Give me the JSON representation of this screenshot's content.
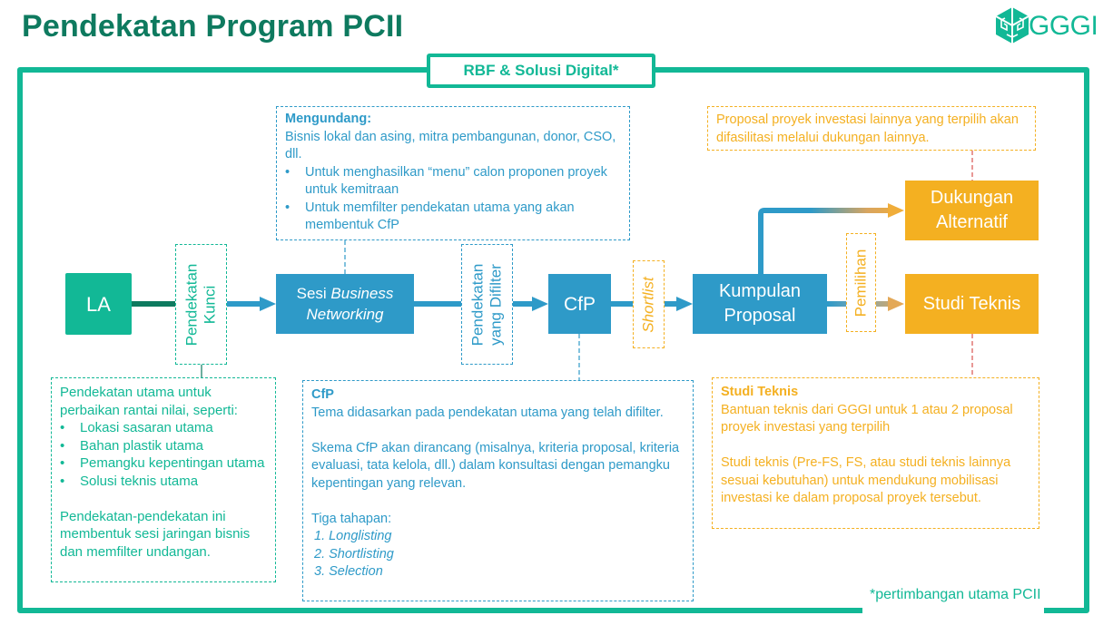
{
  "header": {
    "title": "Pendekatan Program PCII",
    "logo_text": "GGGI"
  },
  "frame": {
    "label": "RBF & Solusi Digital*",
    "footnote": "*pertimbangan utama PCII"
  },
  "colors": {
    "green": "#12b896",
    "dark_green": "#0e7a5f",
    "blue": "#2e9ac8",
    "orange": "#f4b021"
  },
  "nodes": {
    "la": "LA",
    "sesi_prefix": "Sesi ",
    "sesi_italic_1": "Business",
    "sesi_italic_2": "Networking",
    "cfp": "CfP",
    "kumpulan_1": "Kumpulan",
    "kumpulan_2": "Proposal",
    "dukungan_1": "Dukungan",
    "dukungan_2": "Alternatif",
    "studi": "Studi Teknis"
  },
  "labels": {
    "kunci_1": "Pendekatan",
    "kunci_2": "Kunci",
    "difilter_1": "Pendekatan",
    "difilter_2": "yang Difilter",
    "shortlist": "Shortlist",
    "pemilihan": "Pemilihan"
  },
  "notes": {
    "mengundang": {
      "heading": "Mengundang:",
      "intro": "Bisnis lokal dan asing, mitra pembangunan, donor, CSO, dll.",
      "bullets": [
        "Untuk menghasilkan “menu” calon proponen proyek untuk kemitraan",
        "Untuk memfilter pendekatan utama yang akan membentuk CfP"
      ]
    },
    "proposal_lain": "Proposal proyek investasi lainnya yang terpilih akan difasilitasi melalui dukungan lainnya.",
    "kunci": {
      "intro": "Pendekatan utama untuk perbaikan rantai nilai, seperti:",
      "bullets": [
        "Lokasi sasaran utama",
        "Bahan plastik utama",
        "Pemangku kepentingan utama",
        "Solusi teknis utama"
      ],
      "outro": "Pendekatan-pendekatan ini membentuk sesi jaringan bisnis dan memfilter undangan."
    },
    "cfp": {
      "heading": "CfP",
      "para1": "Tema didasarkan pada pendekatan utama yang telah difilter.",
      "para2": "Skema CfP akan dirancang (misalnya, kriteria proposal, kriteria evaluasi, tata kelola, dll.) dalam konsultasi dengan pemangku kepentingan yang relevan.",
      "stages_label": "Tiga tahapan:",
      "stages": [
        "1. Longlisting",
        "2. Shortlisting",
        "3. Selection"
      ]
    },
    "studi": {
      "heading": "Studi Teknis",
      "para1": "Bantuan teknis dari GGGI untuk 1 atau 2 proposal proyek investasi yang terpilih",
      "para2": "Studi teknis (Pre-FS, FS, atau studi teknis lainnya sesuai kebutuhan) untuk mendukung mobilisasi investasi ke dalam proposal proyek tersebut."
    }
  }
}
